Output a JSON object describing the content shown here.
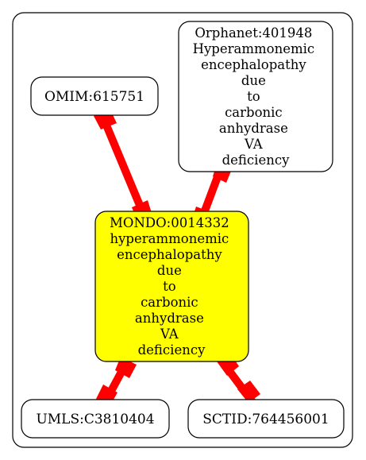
{
  "diagram": {
    "nodes": {
      "omim": {
        "lines": [
          "OMIM:615751"
        ]
      },
      "orphanet": {
        "lines": [
          "Orphanet:401948",
          "Hyperammonemic",
          "encephalopathy",
          "due",
          "to",
          "carbonic",
          "anhydrase",
          "VA",
          "deficiency"
        ]
      },
      "mondo": {
        "lines": [
          "MONDO:0014332",
          "hyperammonemic",
          "encephalopathy",
          "due",
          "to",
          "carbonic",
          "anhydrase",
          "VA",
          "deficiency"
        ],
        "fill": "#ffff00"
      },
      "umls": {
        "lines": [
          "UMLS:C3810404"
        ]
      },
      "sctid": {
        "lines": [
          "SCTID:764456001"
        ]
      }
    },
    "edges": [
      {
        "from": "omim",
        "to": "mondo"
      },
      {
        "from": "orphanet",
        "to": "mondo"
      },
      {
        "from": "mondo",
        "to": "umls"
      },
      {
        "from": "mondo",
        "to": "sctid"
      }
    ],
    "colors": {
      "edge": "#ff0000",
      "node_border": "#000000",
      "node_fill": "#ffffff",
      "highlight_fill": "#ffff00"
    }
  }
}
